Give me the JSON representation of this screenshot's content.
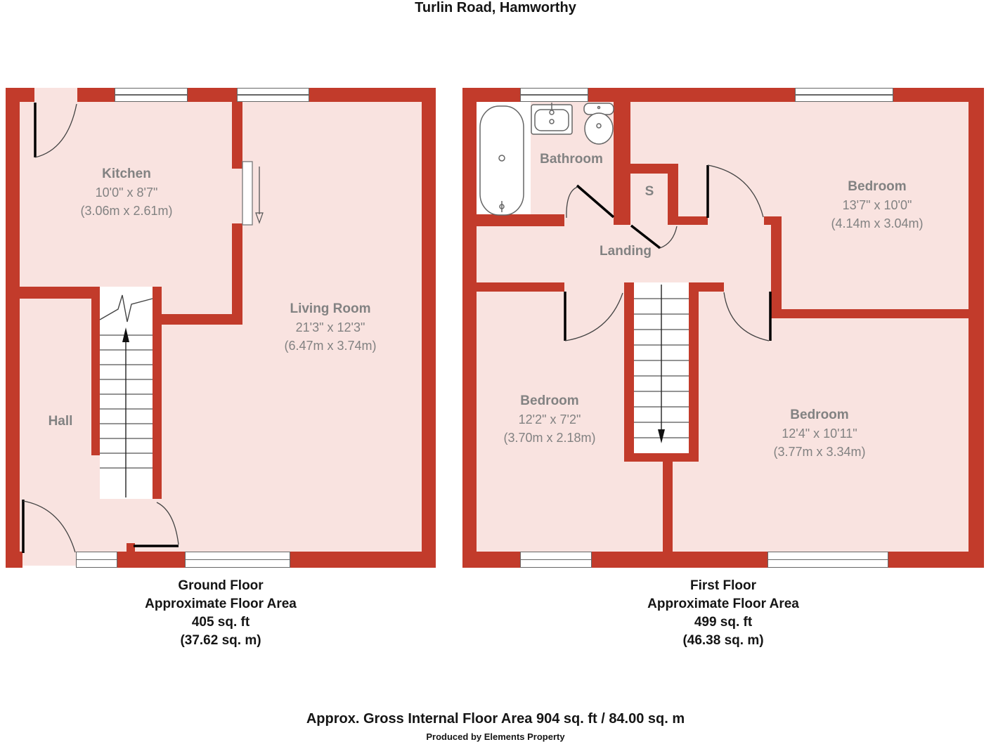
{
  "title": "Turlin Road, Hamworthy",
  "colors": {
    "wall": "#c23b2b",
    "floor": "#f9e3e0",
    "line": "#555555",
    "label": "#828282",
    "heading": "#151515"
  },
  "ground_floor": {
    "rooms": {
      "kitchen": {
        "name": "Kitchen",
        "imperial": "10'0\" x 8'7\"",
        "metric": "(3.06m x 2.61m)"
      },
      "living_room": {
        "name": "Living Room",
        "imperial": "21'3\" x 12'3\"",
        "metric": "(6.47m x 3.74m)"
      },
      "hall": {
        "name": "Hall"
      }
    },
    "footer": {
      "line1": "Ground Floor",
      "line2": "Approximate Floor Area",
      "line3": "405 sq. ft",
      "line4": "(37.62 sq. m)"
    }
  },
  "first_floor": {
    "rooms": {
      "bathroom": {
        "name": "Bathroom"
      },
      "storage": {
        "name": "S"
      },
      "landing": {
        "name": "Landing"
      },
      "bedroom_1": {
        "name": "Bedroom",
        "imperial": "13'7\" x 10'0\"",
        "metric": "(4.14m x 3.04m)"
      },
      "bedroom_2": {
        "name": "Bedroom",
        "imperial": "12'2\" x 7'2\"",
        "metric": "(3.70m x 2.18m)"
      },
      "bedroom_3": {
        "name": "Bedroom",
        "imperial": "12'4\" x 10'11\"",
        "metric": "(3.77m x 3.34m)"
      }
    },
    "footer": {
      "line1": "First Floor",
      "line2": "Approximate Floor Area",
      "line3": "499 sq. ft",
      "line4": "(46.38 sq. m)"
    }
  },
  "summary": {
    "gross_area": "Approx. Gross Internal Floor Area 904 sq. ft / 84.00 sq. m",
    "produced_by": "Produced by Elements Property"
  }
}
